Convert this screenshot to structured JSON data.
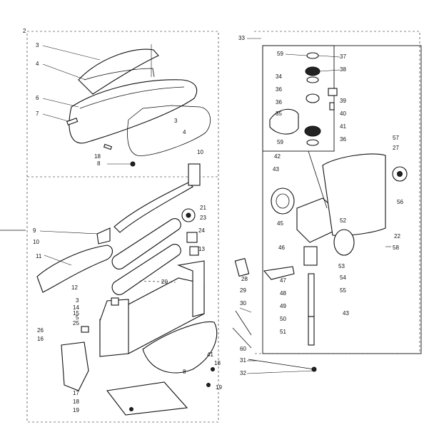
{
  "diagram": {
    "labels": [
      {
        "id": "l2",
        "text": "2"
      },
      {
        "id": "l3a",
        "text": "3"
      },
      {
        "id": "l4a",
        "text": "4"
      },
      {
        "id": "l6",
        "text": "6"
      },
      {
        "id": "l7",
        "text": "7"
      },
      {
        "id": "l3b",
        "text": "3"
      },
      {
        "id": "l4b",
        "text": "4"
      },
      {
        "id": "l18a",
        "text": "18"
      },
      {
        "id": "l8",
        "text": "8"
      },
      {
        "id": "l10a",
        "text": "10"
      },
      {
        "id": "l21",
        "text": "21"
      },
      {
        "id": "l23",
        "text": "23"
      },
      {
        "id": "l9",
        "text": "9"
      },
      {
        "id": "l10b",
        "text": "10"
      },
      {
        "id": "l24",
        "text": "24"
      },
      {
        "id": "l13",
        "text": "13"
      },
      {
        "id": "l11",
        "text": "11"
      },
      {
        "id": "l12",
        "text": "12"
      },
      {
        "id": "l20",
        "text": "20"
      },
      {
        "id": "l3c",
        "text": "3"
      },
      {
        "id": "l14",
        "text": "14"
      },
      {
        "id": "l15",
        "text": "15"
      },
      {
        "id": "l5",
        "text": "5"
      },
      {
        "id": "l25",
        "text": "25"
      },
      {
        "id": "l26",
        "text": "26"
      },
      {
        "id": "l16",
        "text": "16"
      },
      {
        "id": "l17",
        "text": "17"
      },
      {
        "id": "l18b",
        "text": "18"
      },
      {
        "id": "l19a",
        "text": "19"
      },
      {
        "id": "l41a",
        "text": "41"
      },
      {
        "id": "l18c",
        "text": "18"
      },
      {
        "id": "l19b",
        "text": "19"
      },
      {
        "id": "l8b",
        "text": "8"
      },
      {
        "id": "l33",
        "text": "33"
      },
      {
        "id": "l59a",
        "text": "59"
      },
      {
        "id": "l37",
        "text": "37"
      },
      {
        "id": "l34",
        "text": "34"
      },
      {
        "id": "l38",
        "text": "38"
      },
      {
        "id": "l36a",
        "text": "36"
      },
      {
        "id": "l39",
        "text": "39"
      },
      {
        "id": "l36b",
        "text": "36"
      },
      {
        "id": "l40",
        "text": "40"
      },
      {
        "id": "l35a",
        "text": "35"
      },
      {
        "id": "l41b",
        "text": "41"
      },
      {
        "id": "l36c",
        "text": "36"
      },
      {
        "id": "l59b",
        "text": "59"
      },
      {
        "id": "l42",
        "text": "42"
      },
      {
        "id": "l43",
        "text": "43"
      },
      {
        "id": "l45",
        "text": "45"
      },
      {
        "id": "l52",
        "text": "52"
      },
      {
        "id": "l57",
        "text": "57"
      },
      {
        "id": "l27",
        "text": "27"
      },
      {
        "id": "l56",
        "text": "56"
      },
      {
        "id": "l22",
        "text": "22"
      },
      {
        "id": "l58",
        "text": "58"
      },
      {
        "id": "l46",
        "text": "46"
      },
      {
        "id": "l28",
        "text": "28"
      },
      {
        "id": "l47",
        "text": "47"
      },
      {
        "id": "l53",
        "text": "53"
      },
      {
        "id": "l54",
        "text": "54"
      },
      {
        "id": "l55",
        "text": "55"
      },
      {
        "id": "l29",
        "text": "29"
      },
      {
        "id": "l30",
        "text": "30"
      },
      {
        "id": "l48",
        "text": "48"
      },
      {
        "id": "l49",
        "text": "49"
      },
      {
        "id": "l50",
        "text": "50"
      },
      {
        "id": "l51",
        "text": "51"
      },
      {
        "id": "l60",
        "text": "60"
      },
      {
        "id": "l43b",
        "text": "43"
      },
      {
        "id": "l31",
        "text": "31"
      },
      {
        "id": "l32",
        "text": "32"
      }
    ]
  }
}
